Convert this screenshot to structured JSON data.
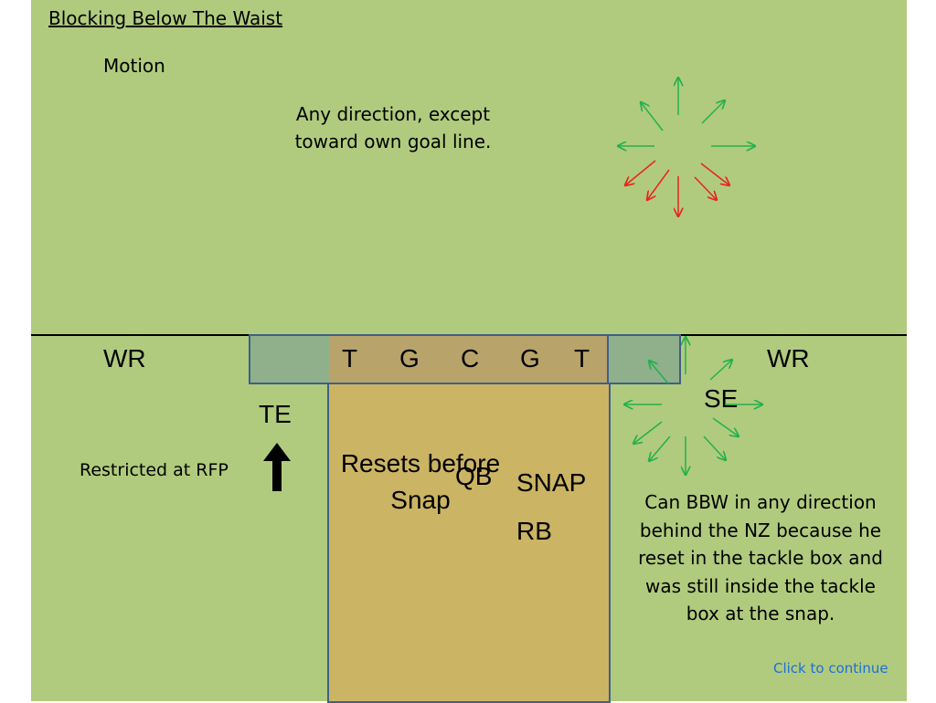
{
  "slide": {
    "title": "Blocking Below The Waist",
    "subtitle": "Motion",
    "motion_rule": "Any direction, except toward own goal line.",
    "labels": {
      "wr_left": "WR",
      "wr_right": "WR",
      "te": "TE",
      "se": "SE",
      "qb": "QB",
      "snap": "SNAP",
      "rb": "RB"
    },
    "line": [
      "T",
      "G",
      "C",
      "G",
      "T"
    ],
    "resets_text": "Resets before Snap",
    "restricted_text": "Restricted at RFP",
    "explanation": "Can BBW in any direction behind the NZ because he reset in the tackle box and was still inside the tackle box at the snap.",
    "nav": {
      "continue_label": "Click  to  continue"
    }
  },
  "colors": {
    "field": "#b0cb7e",
    "tackle_box": "#cbb464",
    "line_zone": "#8fb08b",
    "box_border": "#3f5f8a",
    "allowed_arrow": "#22b14c",
    "disallowed_arrow": "#e8241c",
    "link": "#1e6fd6"
  }
}
